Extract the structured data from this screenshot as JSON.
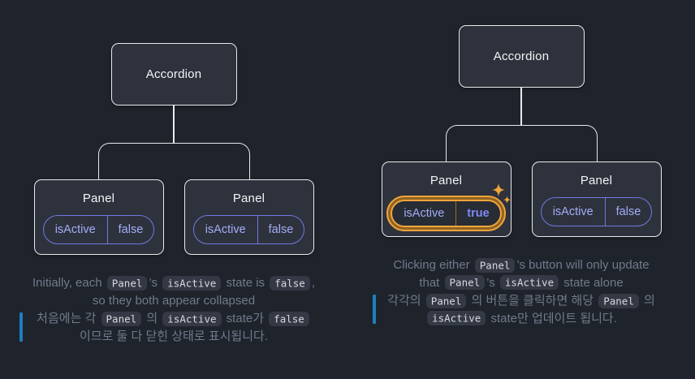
{
  "colors": {
    "background": "#1F232B",
    "node_fill": "#2E323C",
    "node_border": "#E7E9EC",
    "badge_border": "#6F7AE2",
    "badge_text": "#A3ADF9",
    "active_value_text": "#7F88F0",
    "highlight_ring": "#F2A43C",
    "highlight_ring_band": "#8F6420",
    "caption_text": "#717A8C",
    "code_bg": "#343945",
    "code_text": "#D7DADE",
    "translation_bar": "#1E7FBF"
  },
  "icons": {
    "sparkle": "sparkle-icon"
  },
  "left": {
    "root_label": "Accordion",
    "panels": [
      {
        "title": "Panel",
        "prop": "isActive",
        "value": "false"
      },
      {
        "title": "Panel",
        "prop": "isActive",
        "value": "false"
      }
    ],
    "caption_en": [
      {
        "text": "Initially, each "
      },
      {
        "text": "Panel",
        "code": true
      },
      {
        "text": "’s "
      },
      {
        "text": "isActive",
        "code": true
      },
      {
        "text": " state is "
      },
      {
        "text": "false",
        "code": true
      },
      {
        "text": ", so they both appear collapsed"
      }
    ],
    "caption_ko": [
      {
        "text": "처음에는 각 "
      },
      {
        "text": "Panel",
        "code": true
      },
      {
        "text": " 의 "
      },
      {
        "text": "isActive",
        "code": true
      },
      {
        "text": " state가 "
      },
      {
        "text": "false",
        "code": true
      },
      {
        "text": " 이므로 둘 다 닫힌 상태로 표시됩니다."
      }
    ]
  },
  "right": {
    "root_label": "Accordion",
    "panels": [
      {
        "title": "Panel",
        "prop": "isActive",
        "value": "true"
      },
      {
        "title": "Panel",
        "prop": "isActive",
        "value": "false"
      }
    ],
    "caption_en": [
      {
        "text": "Clicking either "
      },
      {
        "text": "Panel",
        "code": true
      },
      {
        "text": "’s button will only update that "
      },
      {
        "text": "Panel",
        "code": true
      },
      {
        "text": "’s "
      },
      {
        "text": "isActive",
        "code": true
      },
      {
        "text": " state alone"
      }
    ],
    "caption_ko": [
      {
        "text": "각각의 "
      },
      {
        "text": "Panel",
        "code": true
      },
      {
        "text": " 의 버튼을 클릭하면 해당 "
      },
      {
        "text": "Panel",
        "code": true
      },
      {
        "text": " 의 "
      },
      {
        "text": "isActive",
        "code": true
      },
      {
        "text": " state만 업데이트 됩니다."
      }
    ]
  }
}
